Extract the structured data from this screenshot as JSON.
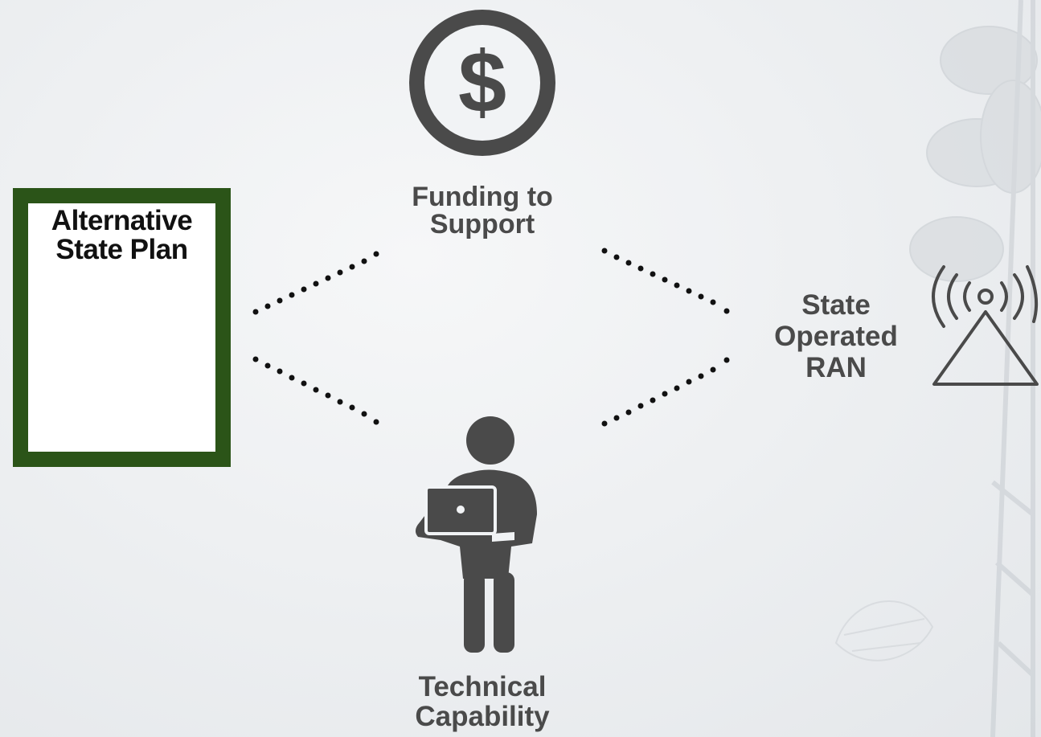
{
  "plan": {
    "line1": "Alternative",
    "line2": "State Plan"
  },
  "funding": {
    "line1": "Funding to",
    "line2": "Support",
    "icon": "dollar-circle-icon"
  },
  "technical": {
    "line1": "Technical",
    "line2": "Capability",
    "icon": "person-with-laptop-icon"
  },
  "ran": {
    "line1": "State",
    "line2": "Operated",
    "line3": "RAN",
    "icon": "radio-tower-signal-icon"
  },
  "colors": {
    "plan_border": "#2b5418",
    "icon_gray": "#4a4a4a",
    "dot": "#111111"
  }
}
